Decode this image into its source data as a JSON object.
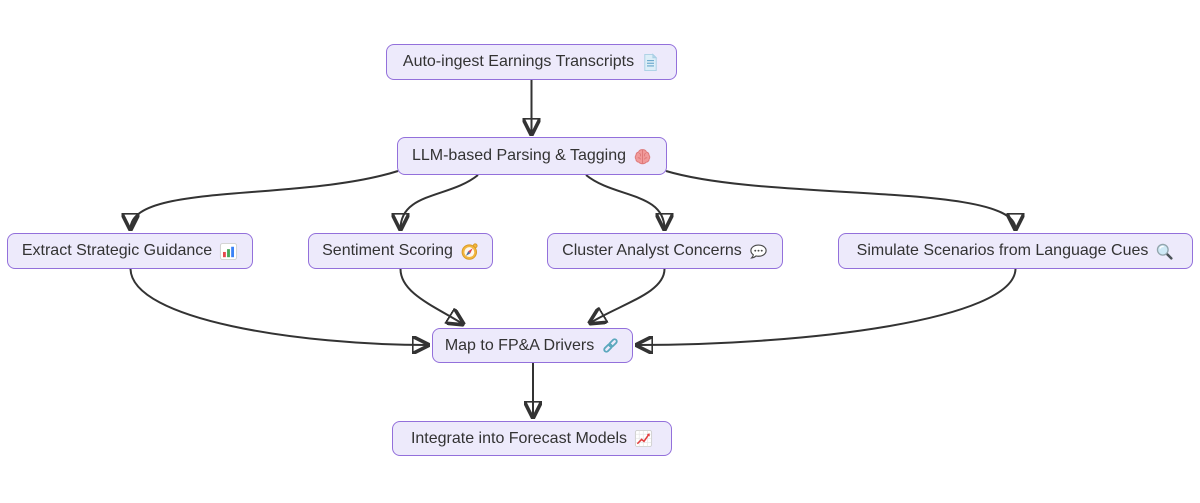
{
  "diagram": {
    "type": "flowchart",
    "colors": {
      "background": "#ffffff",
      "node_fill": "#EDEAFB",
      "node_border": "#9370DB",
      "text_color": "#333333",
      "edge_color": "#333333"
    },
    "nodes": [
      {
        "id": "ingest",
        "label": "Auto-ingest Earnings Transcripts",
        "icon": "document-icon"
      },
      {
        "id": "parse",
        "label": "LLM-based Parsing & Tagging",
        "icon": "brain-icon"
      },
      {
        "id": "extract",
        "label": "Extract Strategic Guidance",
        "icon": "bar-chart-icon"
      },
      {
        "id": "sentiment",
        "label": "Sentiment Scoring",
        "icon": "compass-icon"
      },
      {
        "id": "cluster",
        "label": "Cluster Analyst Concerns",
        "icon": "speech-bubble-icon"
      },
      {
        "id": "simulate",
        "label": "Simulate Scenarios from Language Cues",
        "icon": "magnifier-icon"
      },
      {
        "id": "map",
        "label": "Map to FP&A Drivers",
        "icon": "link-icon"
      },
      {
        "id": "integrate",
        "label": "Integrate into Forecast Models",
        "icon": "chart-up-icon"
      }
    ],
    "edges": [
      {
        "from": "ingest",
        "to": "parse"
      },
      {
        "from": "parse",
        "to": "extract"
      },
      {
        "from": "parse",
        "to": "sentiment"
      },
      {
        "from": "parse",
        "to": "cluster"
      },
      {
        "from": "parse",
        "to": "simulate"
      },
      {
        "from": "extract",
        "to": "map"
      },
      {
        "from": "sentiment",
        "to": "map"
      },
      {
        "from": "cluster",
        "to": "map"
      },
      {
        "from": "simulate",
        "to": "map"
      },
      {
        "from": "map",
        "to": "integrate"
      }
    ]
  }
}
